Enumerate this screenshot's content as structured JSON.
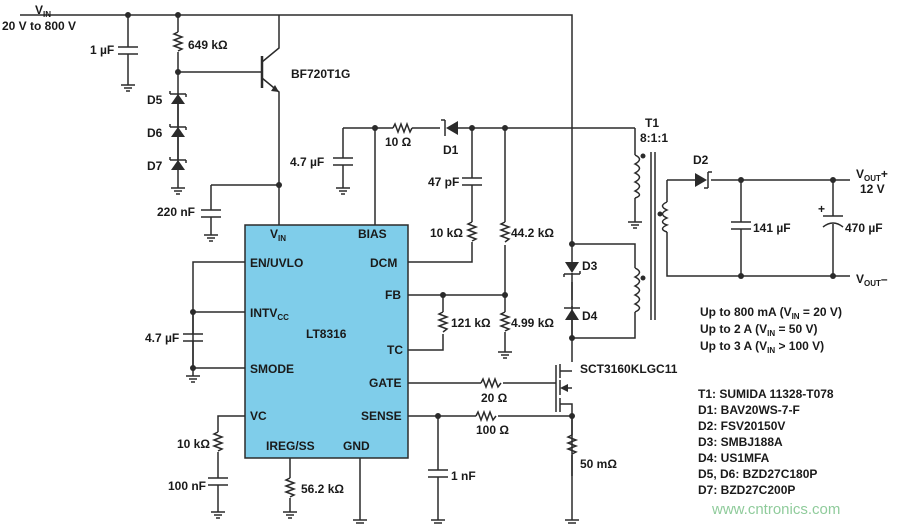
{
  "input": {
    "vin": "V",
    "vin_sub": "IN",
    "range": "20 V to 800 V"
  },
  "top": {
    "c1": "1 µF",
    "r649": "649 kΩ",
    "q1": "BF720T1G",
    "d5": "D5",
    "d6": "D6",
    "d7": "D7",
    "c220": "220 nF"
  },
  "bias": {
    "c47u": "4.7 µF",
    "r10": "10 Ω",
    "d1": "D1",
    "c47p": "47 pF"
  },
  "chip": {
    "vin_pin": "V",
    "vin_pin_sub": "IN",
    "bias_pin": "BIAS",
    "en": "EN/UVLO",
    "dcm": "DCM",
    "fb": "FB",
    "intv": "INTV",
    "intv_sub": "CC",
    "part": "LT8316",
    "tc": "TC",
    "smode": "SMODE",
    "gate": "GATE",
    "vc": "VC",
    "sense": "SENSE",
    "ireg": "IREG/SS",
    "gnd": "GND"
  },
  "feedback": {
    "r10k": "10 kΩ",
    "r44": "44.2 kΩ",
    "r121": "121 kΩ",
    "r499": "4.99 kΩ"
  },
  "left": {
    "c47u": "4.7 µF",
    "r10k": "10 kΩ",
    "c100n": "100 nF",
    "r562": "56.2 kΩ"
  },
  "drive": {
    "r20": "20 Ω",
    "r100": "100 Ω",
    "c1n": "1 nF",
    "r50m": "50 mΩ",
    "mosfet": "SCT3160KLGC11",
    "d3": "D3",
    "d4": "D4"
  },
  "transformer": {
    "t1": "T1",
    "ratio": "8:1:1"
  },
  "output": {
    "d2": "D2",
    "vout": "V",
    "vout_sub": "OUT",
    "vout_plus": "+",
    "vout_minus": "–",
    "volts": "12 V",
    "c141": "141 µF",
    "c470": "470 µF",
    "cap_plus": "+"
  },
  "notes": {
    "lines": [
      {
        "pre": "Up to 800 mA (V",
        "sub": "IN",
        "post": " = 20 V)"
      },
      {
        "pre": "Up to 2 A (V",
        "sub": "IN",
        "post": " = 50 V)"
      },
      {
        "pre": "Up to 3 A (V",
        "sub": "IN",
        "post": " > 100 V)"
      }
    ]
  },
  "bom": [
    "T1: SUMIDA 11328-T078",
    "D1: BAV20WS-7-F",
    "D2: FSV20150V",
    "D3: SMBJ188A",
    "D4: US1MFA",
    "D5, D6: BZD27C180P",
    "D7: BZD27C200P"
  ],
  "watermark": "www.cntronics.com",
  "colors": {
    "chip": "#7fcdea",
    "wire": "#2b2b2b",
    "watermark": "#7cc38a"
  }
}
